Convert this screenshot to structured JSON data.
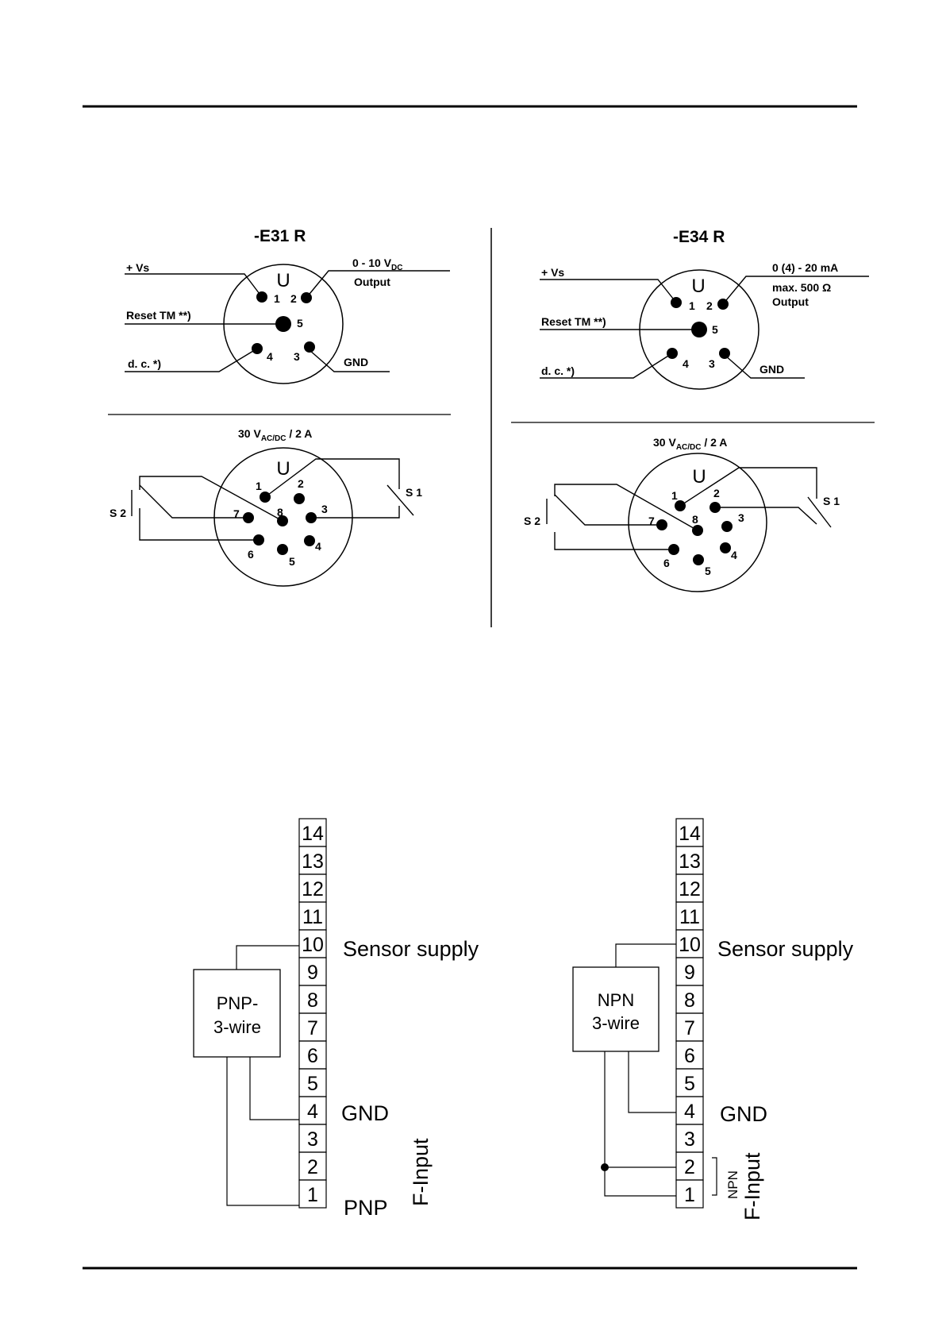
{
  "e31": {
    "title": "-E31 R",
    "vs": "+ Vs",
    "output_range": "0 - 10 V",
    "output_range_sub": "DC",
    "output": "Output",
    "reset": "Reset TM **)",
    "dc": "d. c. *)",
    "gnd": "GND",
    "pins5": [
      "1",
      "2",
      "3",
      "4",
      "5"
    ],
    "relay_rating": "30 V",
    "relay_rating_sub": "AC/DC",
    "relay_rating_tail": " / 2 A",
    "s1": "S 1",
    "s2": "S 2",
    "pins8": [
      "1",
      "2",
      "3",
      "4",
      "5",
      "6",
      "7",
      "8"
    ]
  },
  "e34": {
    "title": "-E34 R",
    "vs": "+ Vs",
    "output_range": "0 (4) - 20 mA",
    "max_load": "max. 500 Ω",
    "output": "Output",
    "reset": "Reset TM **)",
    "dc": "d. c. *)",
    "gnd": "GND",
    "pins5": [
      "1",
      "2",
      "3",
      "4",
      "5"
    ],
    "relay_rating": "30 V",
    "relay_rating_sub": "AC/DC",
    "relay_rating_tail": " / 2 A",
    "s1": "S 1",
    "s2": "S 2",
    "pins8": [
      "1",
      "2",
      "3",
      "4",
      "5",
      "6",
      "7",
      "8"
    ]
  },
  "notch": "U",
  "pnp": {
    "terminals": [
      "14",
      "13",
      "12",
      "11",
      "10",
      "9",
      "8",
      "7",
      "6",
      "5",
      "4",
      "3",
      "2",
      "1"
    ],
    "sensor_line1": "PNP-",
    "sensor_line2": "3-wire",
    "sensor_supply": "Sensor supply",
    "gnd": "GND",
    "pnp": "PNP",
    "f_input": "F-Input"
  },
  "npn": {
    "terminals": [
      "14",
      "13",
      "12",
      "11",
      "10",
      "9",
      "8",
      "7",
      "6",
      "5",
      "4",
      "3",
      "2",
      "1"
    ],
    "sensor_line1": "NPN",
    "sensor_line2": "3-wire",
    "sensor_supply": "Sensor supply",
    "gnd": "GND",
    "npn": "NPN",
    "f_input": "F-Input"
  }
}
